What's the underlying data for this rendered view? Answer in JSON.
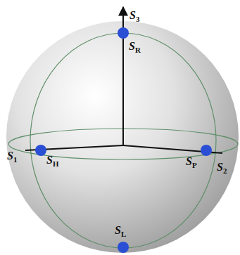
{
  "diagram": {
    "labels": [
      "S3",
      "SR",
      "S1",
      "SH",
      "SP",
      "S2",
      "SL"
    ]
  }
}
